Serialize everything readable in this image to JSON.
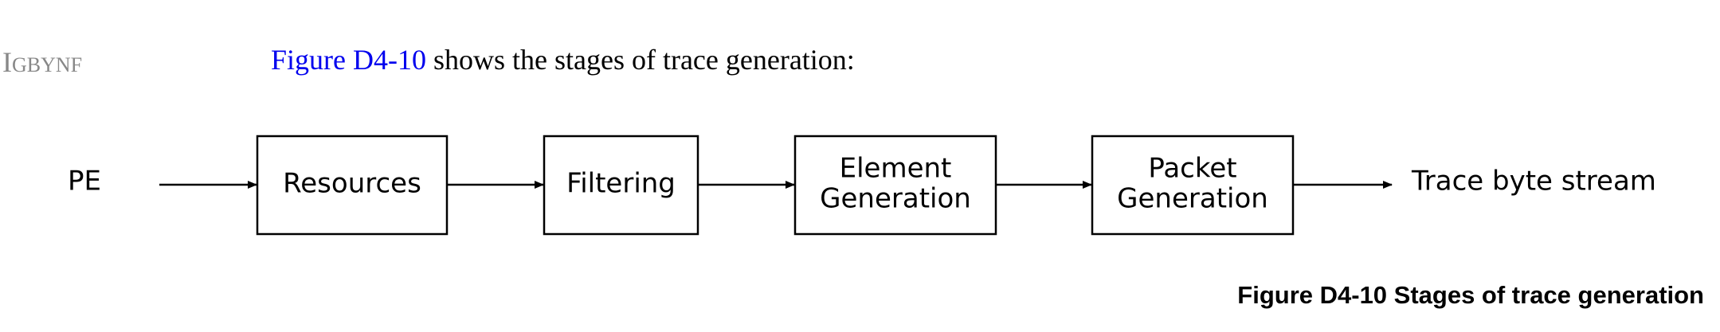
{
  "rule_id": {
    "initial": "I",
    "rest": "GBYNF"
  },
  "intro": {
    "link_text": "Figure D4-10",
    "text": " shows the stages of trace generation:"
  },
  "diagram": {
    "source_label": "PE",
    "stages": [
      {
        "lines": [
          "Resources"
        ]
      },
      {
        "lines": [
          "Filtering"
        ]
      },
      {
        "lines": [
          "Element",
          "Generation"
        ]
      },
      {
        "lines": [
          "Packet",
          "Generation"
        ]
      }
    ],
    "sink_label": "Trace byte stream"
  },
  "caption": "Figure D4-10 Stages of trace generation"
}
